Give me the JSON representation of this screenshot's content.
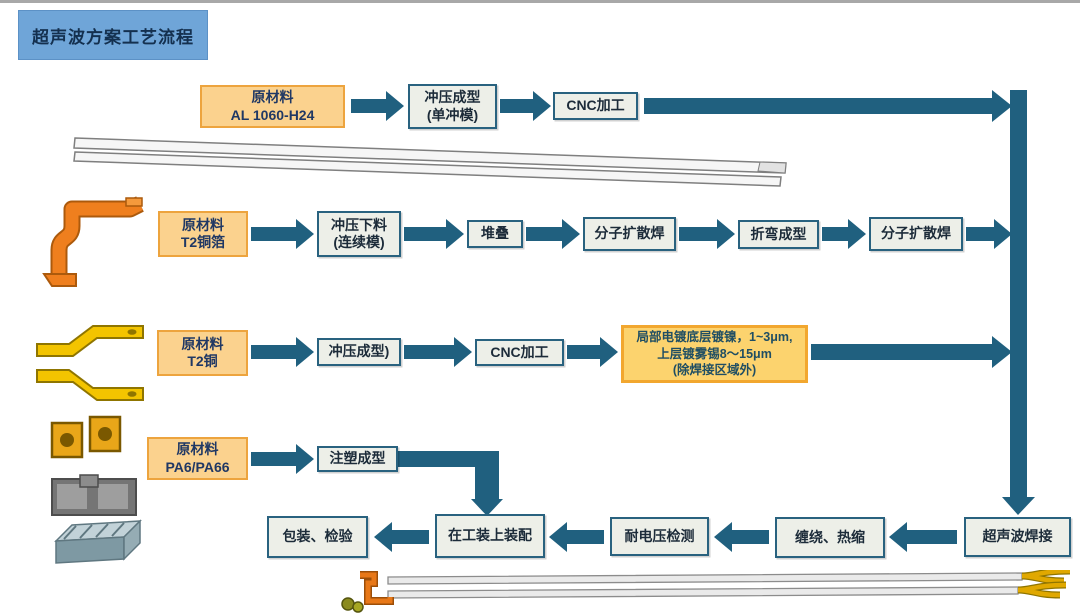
{
  "title": "超声波方案工艺流程",
  "colors": {
    "arrow": "#20607F",
    "process_box_fill": "#EDEFE8",
    "process_box_border": "#29627F",
    "material_box_fill": "#FBD28E",
    "material_box_border": "#EDA43E",
    "note_box_fill": "#FCD36E",
    "note_box_border": "#F2A72F",
    "title_box_fill": "#6FA5D8",
    "title_text": "#14304F"
  },
  "rows": {
    "aluminum": {
      "material": {
        "line1": "原材料",
        "line2": "AL 1060-H24"
      },
      "step1": {
        "line1": "冲压成型",
        "line2": "(单冲模)"
      },
      "step2": "CNC加工"
    },
    "copper_foil": {
      "material": {
        "line1": "原材料",
        "line2": "T2铜箔"
      },
      "step1": {
        "line1": "冲压下料",
        "line2": "(连续模)"
      },
      "step2": "堆叠",
      "step3": "分子扩散焊",
      "step4": "折弯成型",
      "step5": "分子扩散焊"
    },
    "copper": {
      "material": {
        "line1": "原材料",
        "line2": "T2铜"
      },
      "step1": "冲压成型)",
      "step2": "CNC加工",
      "note": {
        "line1": "局部电镀底层镀镍，1~3μm,",
        "line2": "上层镀雾锡8～15μm",
        "line3": "(除焊接区域外)"
      }
    },
    "plastic": {
      "material": {
        "line1": "原材料",
        "line2": "PA6/PA66"
      },
      "step1": "注塑成型"
    },
    "final": {
      "step1": "超声波焊接",
      "step2": "缠绕、热缩",
      "step3": "耐电压检测",
      "step4": "在工装上装配",
      "step5": "包装、检验"
    }
  }
}
